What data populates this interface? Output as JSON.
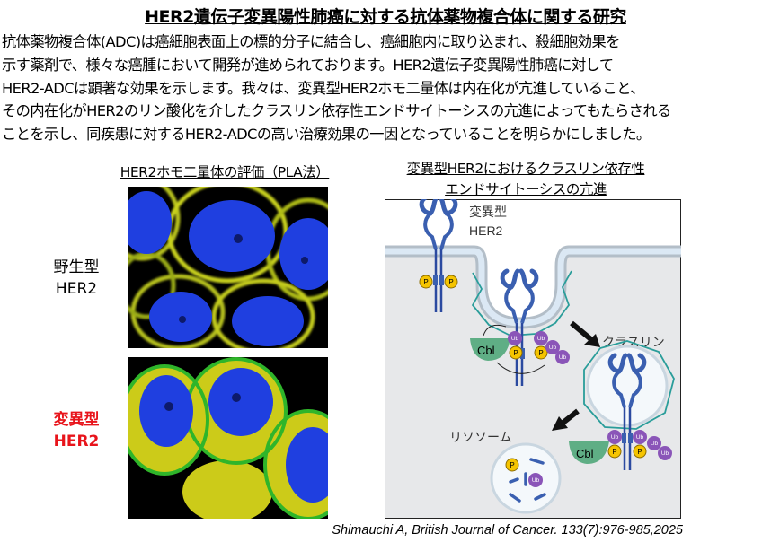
{
  "title": "HER2遺伝子変異陽性肺癌に対する抗体薬物複合体に関する研究",
  "paragraph": [
    "抗体薬物複合体(ADC)は癌細胞表面上の標的分子に結合し、癌細胞内に取り込まれ、殺細胞効果を",
    "示す薬剤で、様々な癌腫において開発が進められております。HER2遺伝子変異陽性肺癌に対して",
    "HER2-ADCは顕著な効果を示します。我々は、変異型HER2ホモ二量体は内在化が亢進していること、",
    "その内在化がHER2のリン酸化を介したクラスリン依存性エンドサイトーシスの亢進によってもたらされる",
    "ことを示し、同疾患に対するHER2-ADCの高い治療効果の一因となっていることを明らかにしました。"
  ],
  "left_panel": {
    "heading": "HER2ホモ二量体の評価（PLA法）",
    "rows": [
      {
        "label_line1": "野生型",
        "label_line2": "HER2",
        "color": "#000000"
      },
      {
        "label_line1": "変異型",
        "label_line2": "HER2",
        "color": "#e8141b"
      }
    ]
  },
  "right_panel": {
    "heading_line1": "変異型HER2におけるクラスリン依存性",
    "heading_line2": "エンドサイトーシスの亢進",
    "labels": {
      "receptor_line1": "変異型",
      "receptor_line2": "HER2",
      "clathrin": "クラスリン",
      "lysosome": "リソソーム",
      "cbl": "Cbl",
      "p": "P",
      "ub": "Ub"
    },
    "colors": {
      "receptor": "#3a5fb0",
      "phospho": "#f5c400",
      "ubiquitin": "#8a55b8",
      "cbl": "#5fae85",
      "clathrin": "#2a9d9a"
    }
  },
  "citation": "Shimauchi A, British Journal of Cancer. 133(7):976-985,2025"
}
